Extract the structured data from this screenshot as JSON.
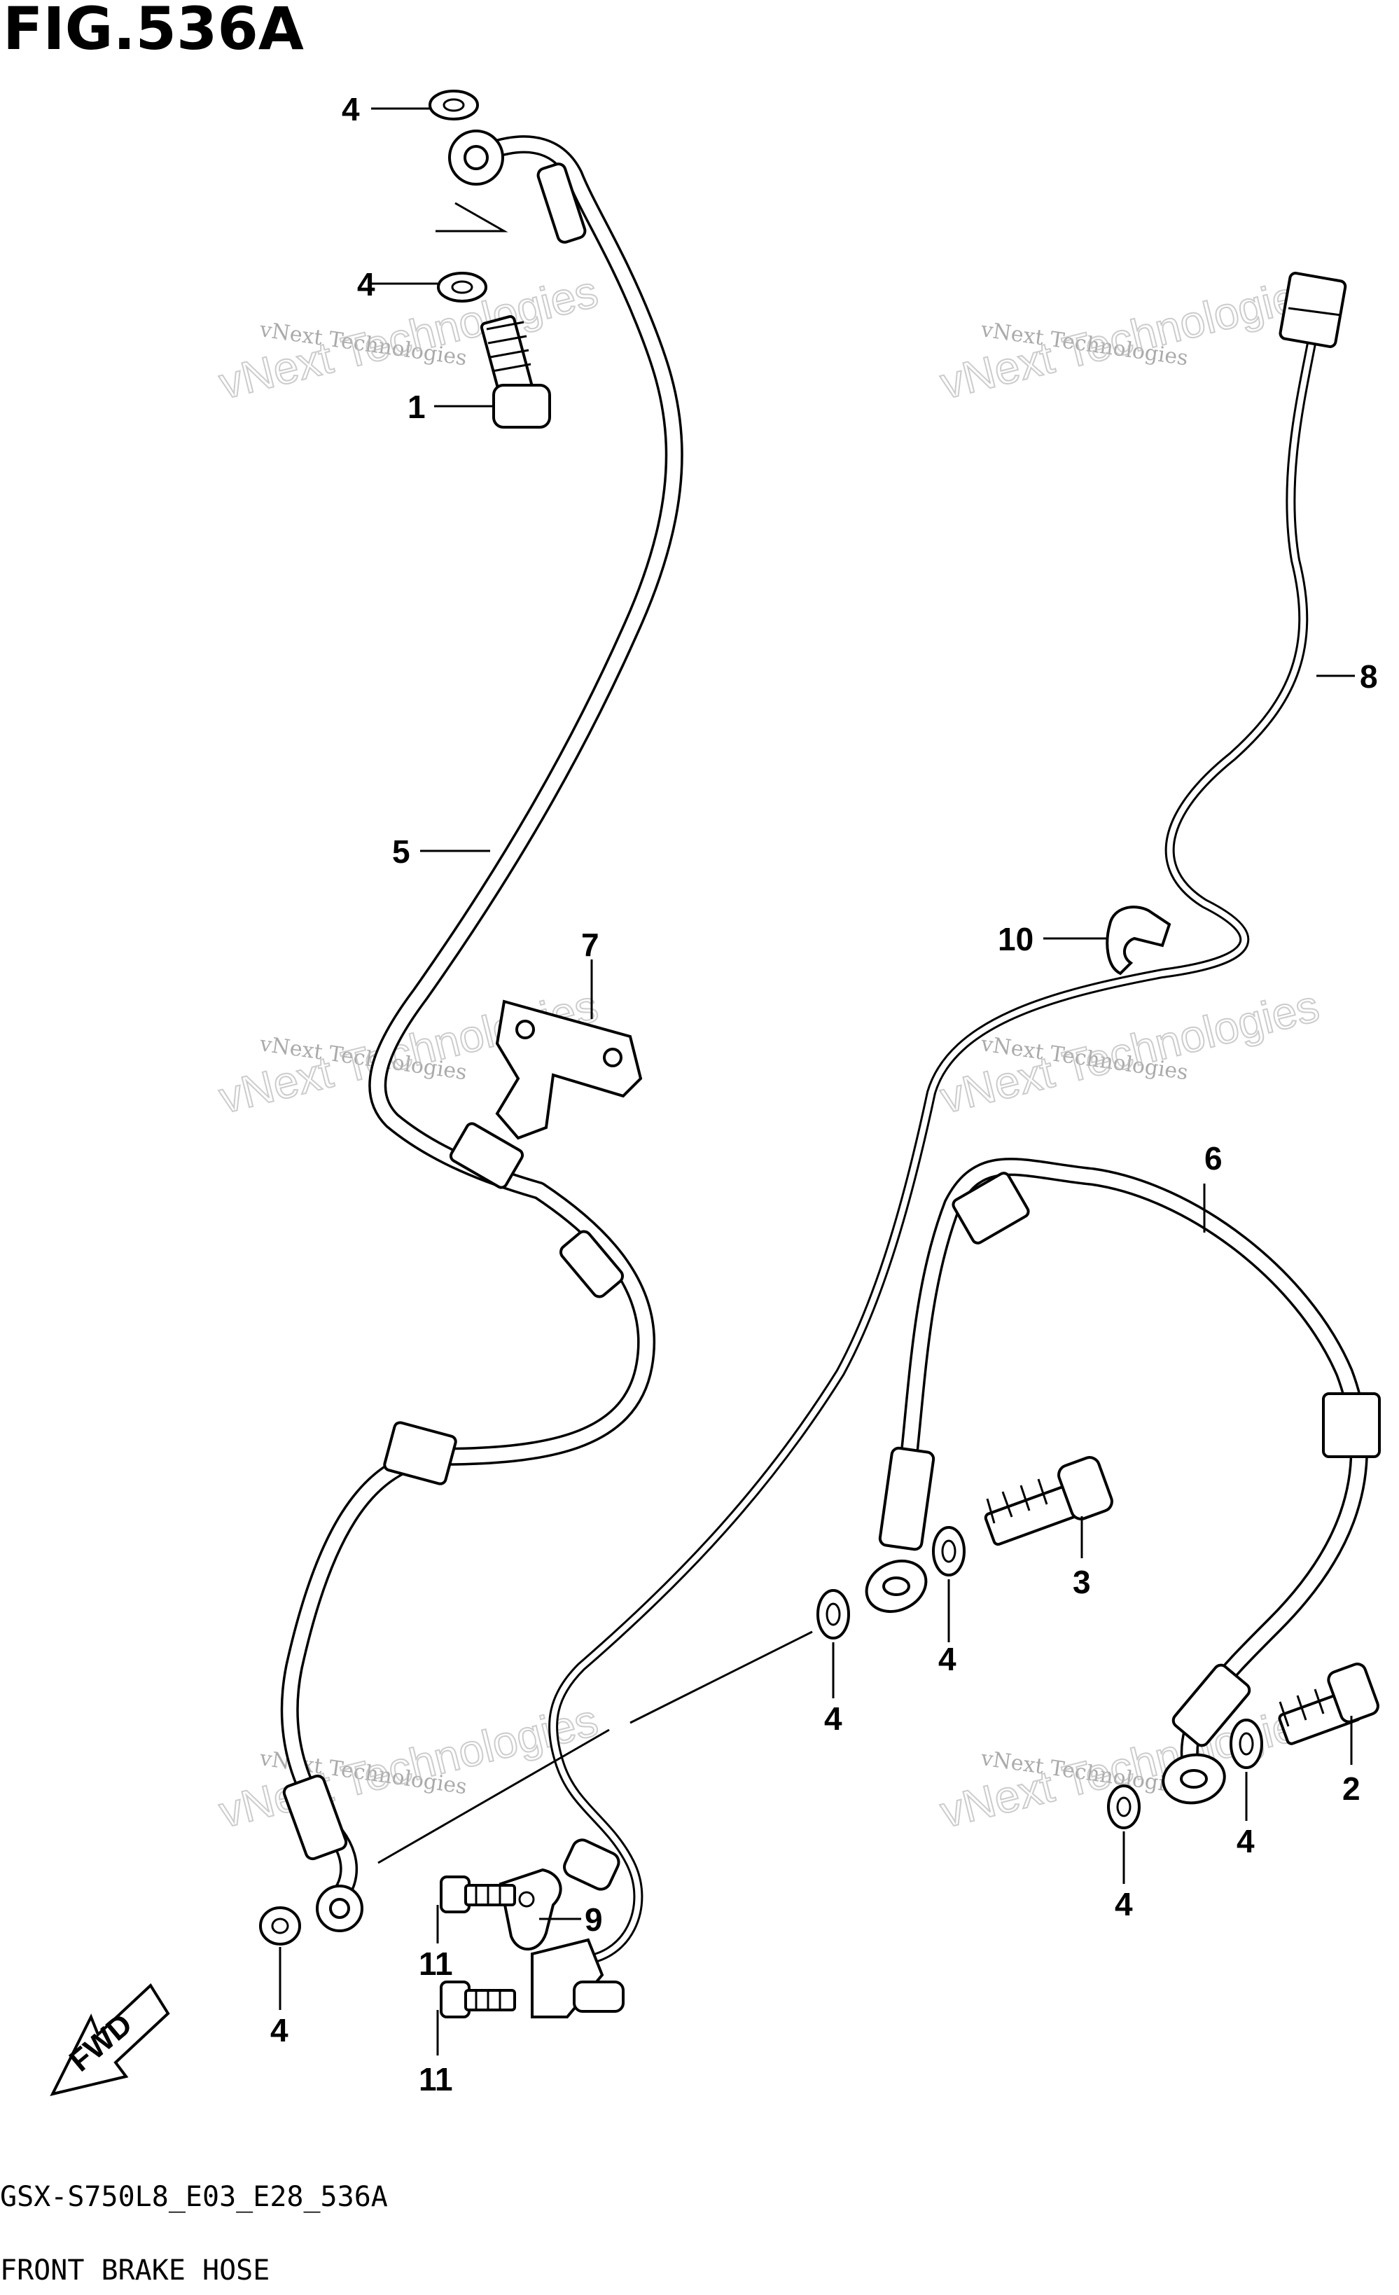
{
  "figure_title": "FIG.536A",
  "footer": {
    "model_code": "GSX-S750L8_E03_E28_536A",
    "caption": "FRONT BRAKE HOSE"
  },
  "direction_label": "FWD",
  "watermark": {
    "small": "vNext Technologies",
    "big": "vNext Technologies"
  },
  "callouts": {
    "c1": "1",
    "c2": "2",
    "c3": "3",
    "c4a": "4",
    "c4b": "4",
    "c4c": "4",
    "c4d": "4",
    "c4e": "4",
    "c4f": "4",
    "c4g": "4",
    "c5": "5",
    "c6": "6",
    "c7": "7",
    "c8": "8",
    "c9": "9",
    "c10": "10",
    "c11a": "11",
    "c11b": "11"
  }
}
